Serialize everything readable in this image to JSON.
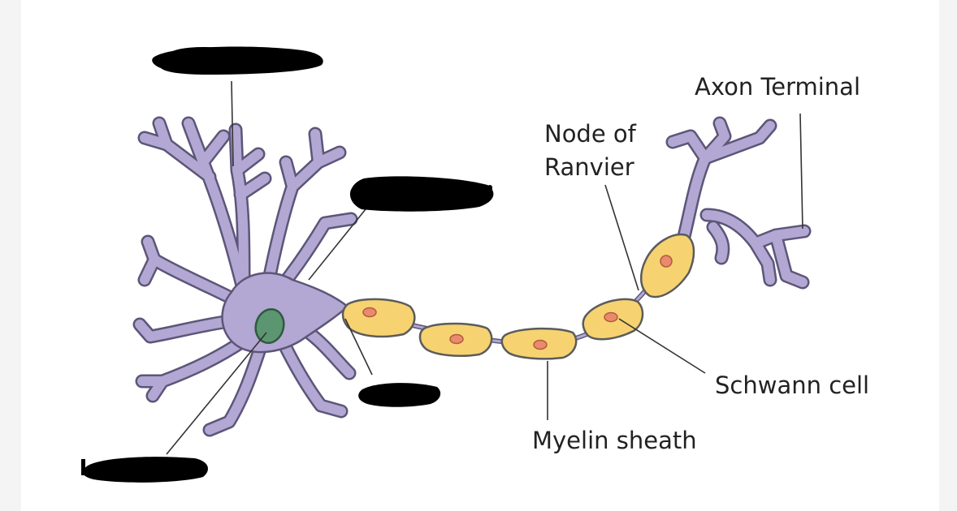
{
  "labels": {
    "axon_terminal": "Axon Terminal",
    "node_of_ranvier_line1": "Node of",
    "node_of_ranvier_line2": "Ranvier",
    "schwann_cell": "Schwann cell",
    "myelin_sheath": "Myelin sheath"
  },
  "colors": {
    "neuron_body": "#b3a7d4",
    "neuron_outline": "#5c5678",
    "nucleus": "#5b9670",
    "myelin": "#f6d370",
    "myelin_outline": "#5b5b5b",
    "schwann_nucleus": "#ea8a6c",
    "redaction": "#000000",
    "leader_line": "#333333"
  }
}
